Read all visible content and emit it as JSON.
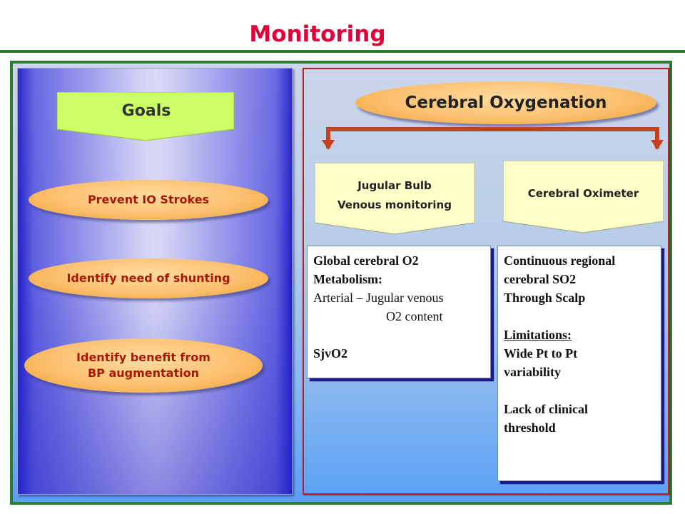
{
  "slide": {
    "title": "Monitoring"
  },
  "goals": {
    "heading": "Goals",
    "items": [
      {
        "label": "Prevent IO Strokes"
      },
      {
        "label": "Identify need of shunting"
      },
      {
        "label_line1": "Identify benefit from",
        "label_line2": "BP augmentation"
      }
    ]
  },
  "cerebral": {
    "heading": "Cerebral Oxygenation",
    "jugular": {
      "label_line1": "Jugular Bulb",
      "label_line2": "Venous monitoring",
      "details": {
        "line1": "Global cerebral  O2",
        "line2": "Metabolism:",
        "line3": "Arterial – Jugular venous",
        "line4": "O2 content",
        "line5": "SjvO2"
      }
    },
    "oximeter": {
      "label": "Cerebral Oximeter",
      "details": {
        "line1": "Continuous regional",
        "line2": "cerebral  SO2",
        "line3": "Through Scalp",
        "line4": "Limitations:",
        "line5": "Wide Pt to Pt",
        "line6": "variability",
        "line7": "Lack of clinical",
        "line8": "threshold"
      }
    }
  },
  "colors": {
    "title": "#e0003a",
    "border_green": "#2e7d32",
    "arrow_red": "#c8401a",
    "goals_green": "#ccff66",
    "oval_orange": "#fcc070"
  }
}
